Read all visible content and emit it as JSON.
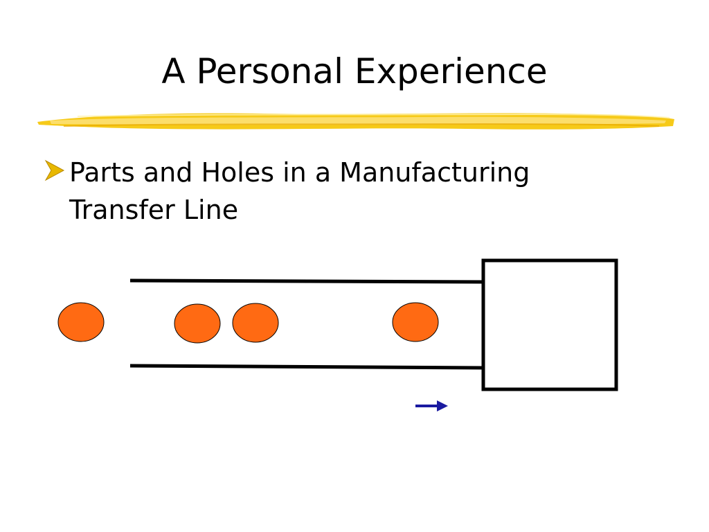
{
  "slide": {
    "title": "A Personal Experience",
    "bullet": "Parts and Holes in a Manufacturing Transfer Line"
  },
  "icons": {
    "bullet": "arrowhead-bullet-icon",
    "direction": "right-arrow-icon"
  },
  "colors": {
    "highlighter": "#f5c400",
    "bullet": "#e8b800",
    "part": "#ff6a13",
    "line": "#000000",
    "arrow": "#1a1aa0"
  },
  "diagram": {
    "parts_count": 4,
    "flow_direction": "right"
  }
}
